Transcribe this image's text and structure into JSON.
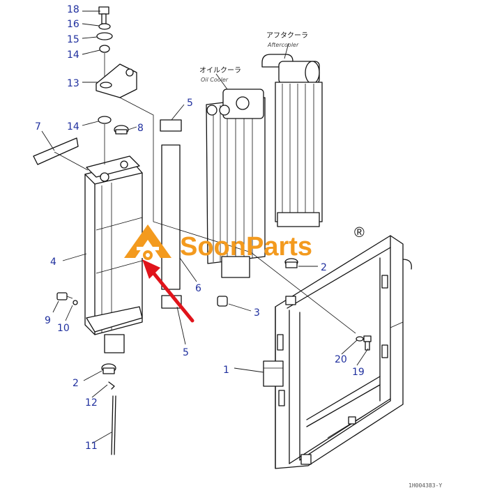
{
  "labels": {
    "oil_cooler_jp": "オイルクーラ",
    "oil_cooler_en": "Oil Cooler",
    "aftercooler_jp": "アフタクーラ",
    "aftercooler_en": "Aftercooler",
    "drawing_ref": "1H004383-Y"
  },
  "callouts": {
    "c18": "18",
    "c16": "16",
    "c15": "15",
    "c14a": "14",
    "c13": "13",
    "c14b": "14",
    "c8": "8",
    "c7": "7",
    "c5a": "5",
    "c4": "4",
    "c9": "9",
    "c10": "10",
    "c2a": "2",
    "c12": "12",
    "c11": "11",
    "c6": "6",
    "c5b": "5",
    "c3": "3",
    "c2b": "2",
    "c1": "1",
    "c20": "20",
    "c19": "19"
  },
  "watermark": {
    "text": "SoonParts",
    "registered": "®",
    "color": "#f39a1e"
  },
  "colors": {
    "callout": "#1f2f9e",
    "arrow": "#e0141b",
    "line": "#111111"
  }
}
